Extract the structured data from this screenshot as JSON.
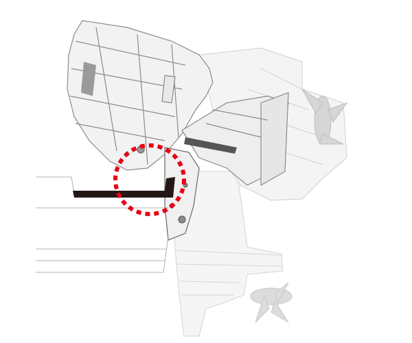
{
  "colors": {
    "background": "#ffffff",
    "transom_bracket": "#231815",
    "highlight_circle": "#e60012",
    "motor_outline": "#8a8a8a",
    "motor_fill": "#f2f2f2",
    "ghost_motor": "#d9d9d9",
    "guide_lines": "#9a9a9a"
  },
  "icons": {
    "highlight": "dashed-circle",
    "subject": "outboard-motor-tilted",
    "ghost": "outboard-motor-lower-unit"
  }
}
